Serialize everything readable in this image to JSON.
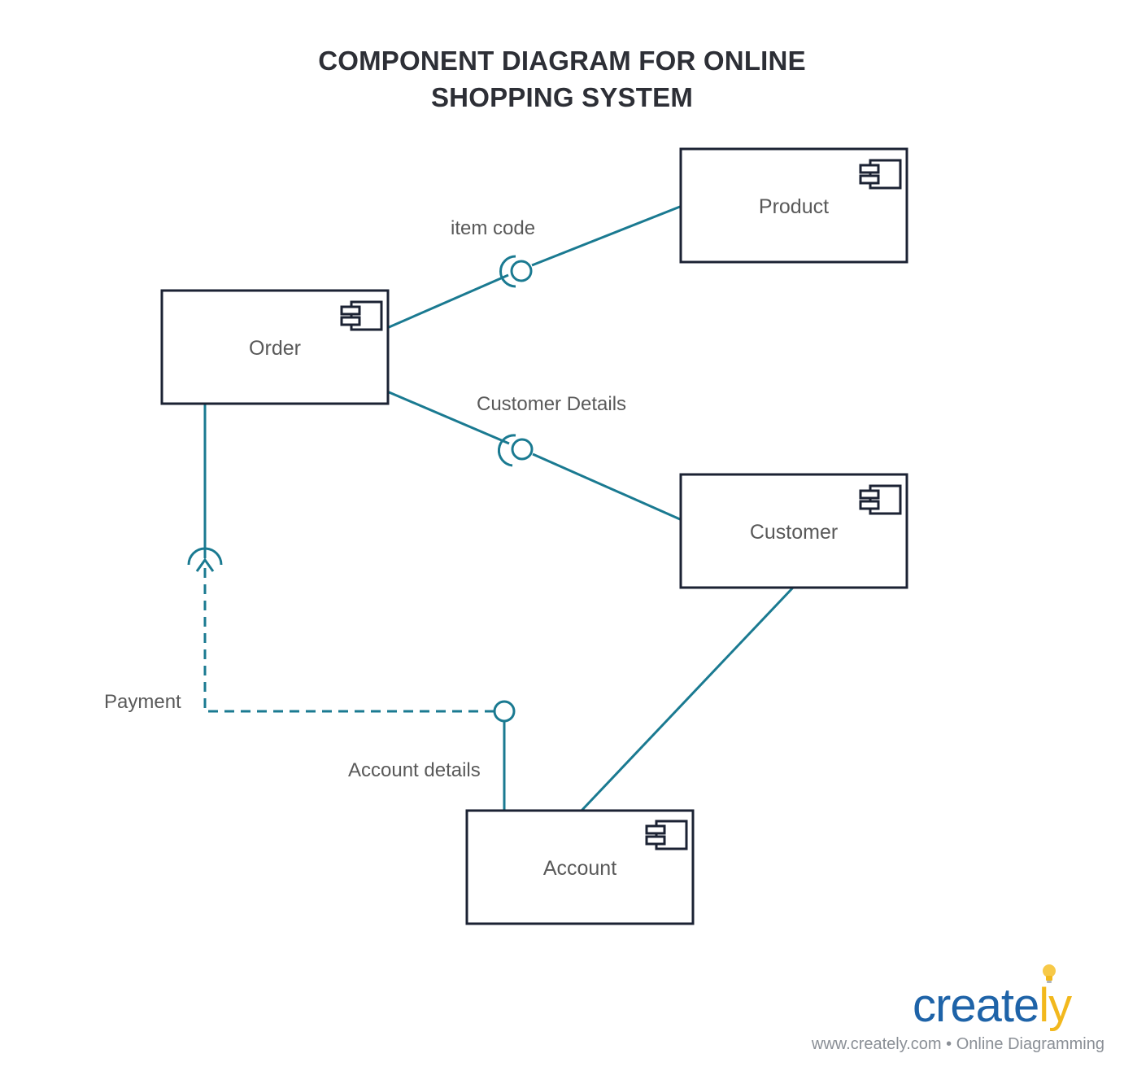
{
  "title": {
    "line1": "COMPONENT DIAGRAM FOR ONLINE",
    "line2": "SHOPPING SYSTEM"
  },
  "components": {
    "product": "Product",
    "order": "Order",
    "customer": "Customer",
    "account": "Account"
  },
  "interfaces": {
    "item_code": "item code",
    "customer_details": "Customer Details",
    "payment": "Payment",
    "account_details": "Account details"
  },
  "brand": {
    "word_main": "creat",
    "word_accent": "e",
    "word_end": "ly",
    "tagline": "www.creately.com • Online Diagramming"
  },
  "colors": {
    "connector": "#1a7a91",
    "box_border": "#1b2233",
    "brand_blue": "#1e63a8",
    "brand_yellow": "#f2b81d"
  }
}
